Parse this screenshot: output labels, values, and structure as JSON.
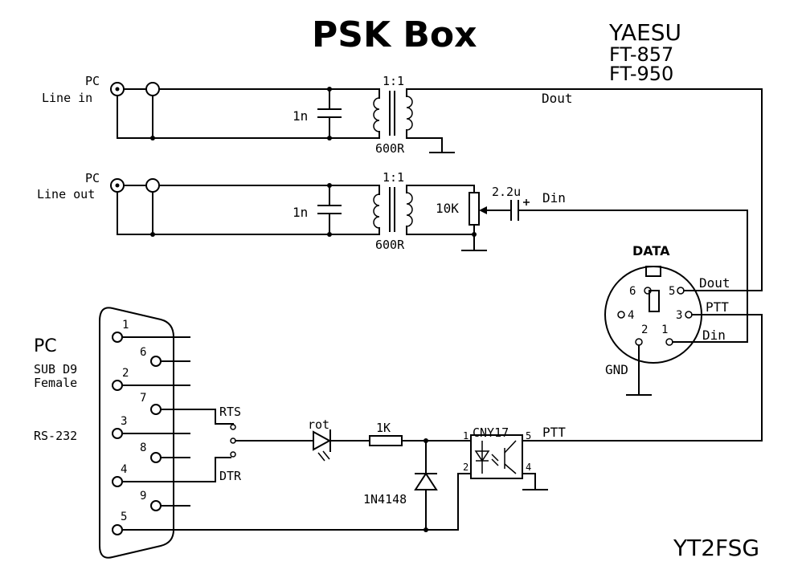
{
  "title": "PSK Box",
  "radio": {
    "brand": "YAESU",
    "models": [
      "FT-857",
      "FT-950"
    ]
  },
  "author": "YT2FSG",
  "line_in": {
    "label1": "PC",
    "label2": "Line in",
    "cap": "1n",
    "ratio": "1:1",
    "imp": "600R",
    "net": "Dout"
  },
  "line_out": {
    "label1": "PC",
    "label2": "Line out",
    "cap": "1n",
    "ratio": "1:1",
    "imp": "600R",
    "pot": "10K",
    "cap2": "2.2u",
    "net": "Din"
  },
  "data_conn": {
    "title": "DATA",
    "pins": [
      "6",
      "5",
      "4",
      "3",
      "2",
      "1"
    ],
    "labels": {
      "p5": "Dout",
      "p3": "PTT",
      "p1": "Din",
      "p2": "GND"
    }
  },
  "db9": {
    "label1": "PC",
    "label2": "SUB D9",
    "label3": "Female",
    "label4": "RS-232",
    "pins": [
      "1",
      "6",
      "2",
      "7",
      "3",
      "8",
      "4",
      "9",
      "5"
    ]
  },
  "ptt_circuit": {
    "rts": "RTS",
    "dtr": "DTR",
    "led": "rot",
    "res": "1K",
    "diode": "1N4148",
    "opto": "CNY17",
    "op_pins": [
      "1",
      "2",
      "5",
      "4"
    ],
    "ptt": "PTT"
  }
}
